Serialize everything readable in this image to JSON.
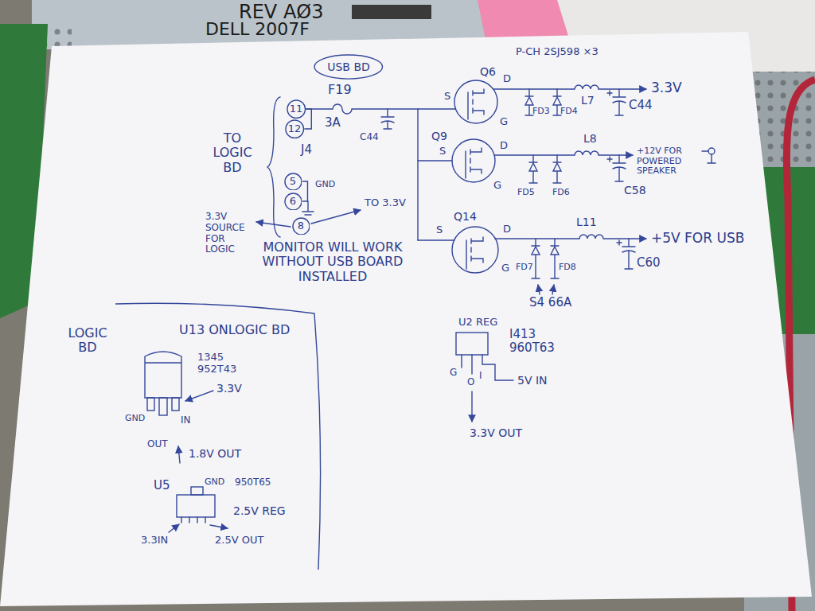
{
  "diagram": {
    "nodes": [
      {
        "text": [
          "USB BD"
        ]
      },
      {
        "text": [
          "11"
        ]
      },
      {
        "text": [
          "12"
        ]
      },
      {
        "text": [
          "5"
        ]
      },
      {
        "text": [
          "6"
        ]
      },
      {
        "text": [
          "8"
        ]
      },
      {
        "text": [
          "U13 ONLOGIC BD",
          "1345 952T43",
          "3.3V",
          "GND",
          "IN",
          "OUT",
          "1.8V OUT",
          "U5",
          "GND",
          "950T65",
          "2.5V REG",
          "3.3IN",
          "2.5V OUT"
        ]
      }
    ],
    "edges": [
      {
        "from": 1,
        "to": 2,
        "arrow": "none"
      },
      {
        "from": 3,
        "to": 4,
        "arrow": "none"
      }
    ],
    "labels": [
      "REV AØ3",
      "DELL 2007F",
      "P-CH 2SJ598 ×3",
      "F19",
      "3A",
      "C44",
      "J4",
      "TO LOGIC BD",
      "GND",
      "TO 3.3V",
      "3.3V SOURCE FOR LOGIC",
      "MONITOR WILL WORK WITHOUT USB BOARD INSTALLED",
      "S",
      "Q6",
      "D",
      "G",
      "FD3",
      "FD4",
      "L7",
      "3.3V",
      "C44",
      "Q9",
      "S",
      "D",
      "G",
      "FD5",
      "FD6",
      "L8",
      "+12V FOR POWERED SPEAKER",
      "C58",
      "S",
      "Q14",
      "D",
      "G",
      "FD7",
      "FD8",
      "L11",
      "+5V FOR USB",
      "C60",
      "S4 66A",
      "LOGIC BD",
      "U2 REG",
      "I413 960T63",
      "G",
      "O",
      "I",
      "5V IN",
      "3.3V OUT"
    ]
  }
}
